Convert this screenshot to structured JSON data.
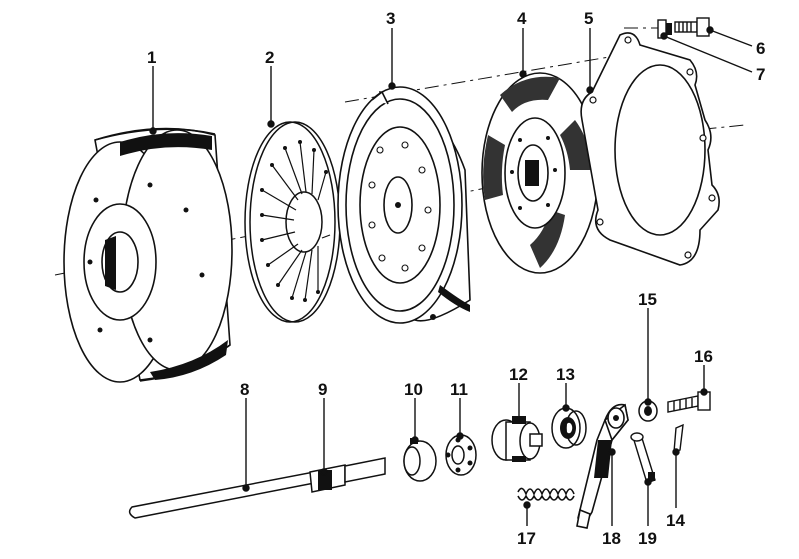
{
  "callouts": {
    "p1": "1",
    "p2": "2",
    "p3": "3",
    "p4": "4",
    "p5": "5",
    "p6": "6",
    "p7": "7",
    "p8": "8",
    "p9": "9",
    "p10": "10",
    "p11": "11",
    "p12": "12",
    "p13": "13",
    "p14": "14",
    "p15": "15",
    "p16": "16",
    "p17": "17",
    "p18": "18",
    "p19": "19"
  },
  "colors": {
    "ink": "#111111",
    "paper": "#ffffff"
  }
}
